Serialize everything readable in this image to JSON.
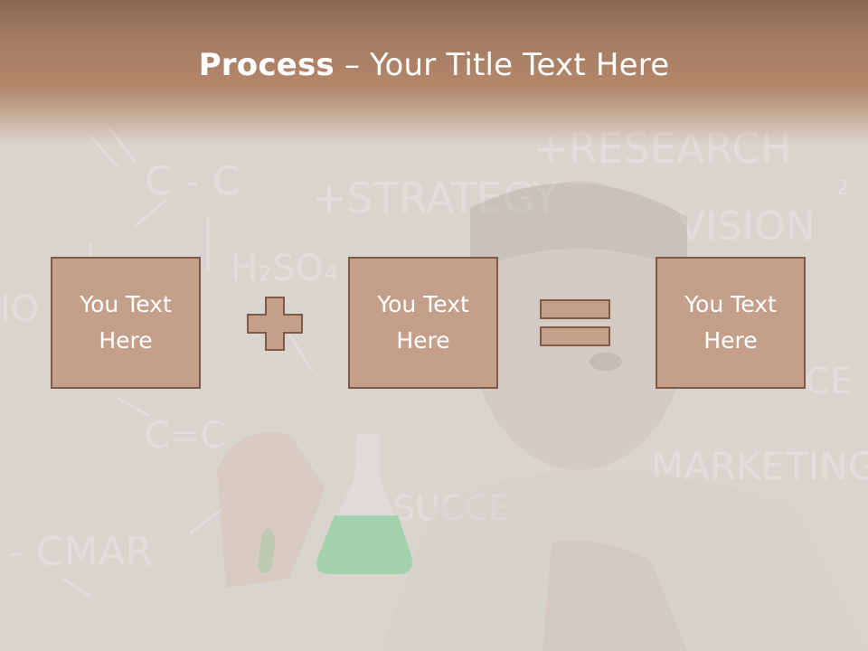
{
  "slide": {
    "title_bold": "Process",
    "title_rest": " – Your Title Text Here"
  },
  "boxes": [
    {
      "label": "You Text Here"
    },
    {
      "label": "You Text Here"
    },
    {
      "label": "You Text Here"
    }
  ],
  "colors": {
    "box_fill": "#c4a08b",
    "box_border": "#7f5a46",
    "operator_fill": "#c4a08b",
    "header": "#a67d63"
  },
  "operators": [
    "plus-icon",
    "equals-icon"
  ],
  "chalkboard_text": {
    "research": "+RESEARCH",
    "superscript": "2",
    "strategy": "+STRATEGY",
    "vision": "VISION",
    "cc": "C - C",
    "formula": "H₂SO₄",
    "c_eq": "C=C",
    "marketing": "MARKETING",
    "success": "SUCCE",
    "cmar": "- CMAR",
    "io": "IO",
    "ce": "CE"
  }
}
